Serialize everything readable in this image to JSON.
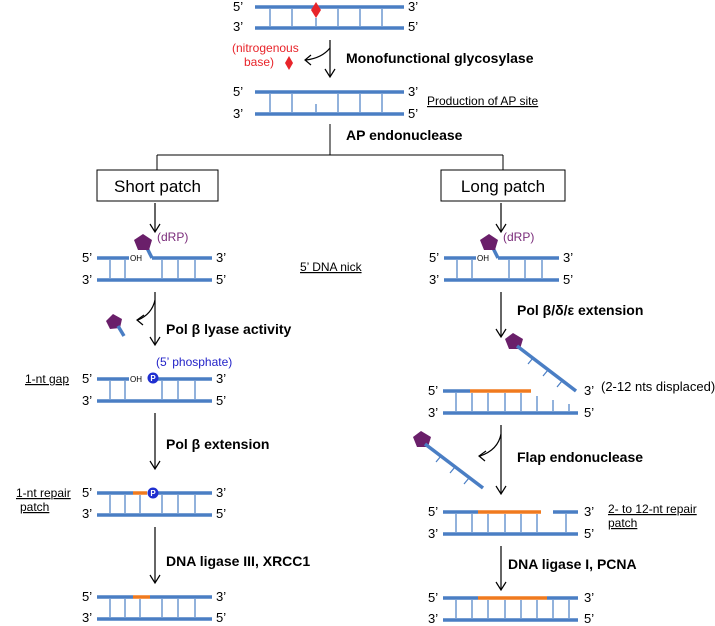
{
  "ends": {
    "five": "5’",
    "three": "3’"
  },
  "chem": {
    "oh": "OH",
    "p": "P"
  },
  "steps": {
    "glycosylase": "Monofunctional  glycosylase",
    "ap_endonuclease": "AP endonuclease",
    "pol_b_lyase": "Pol β lyase activity",
    "pol_b_extension": "Pol β extension",
    "ligase_iii": "DNA ligase III, XRCC1",
    "pol_bde_extension": "Pol β/δ/ε  extension",
    "flap_endonuclease": "Flap endonuclease",
    "ligase_i": "DNA ligase I, PCNA"
  },
  "boxes": {
    "short_patch": "Short patch",
    "long_patch": "Long patch"
  },
  "notes": {
    "nitrogenous_base_1": "(nitrogenous",
    "nitrogenous_base_2": "base)",
    "ap_site": "Production of AP site",
    "dna_nick": "5’ DNA nick",
    "drp": "(dRP)",
    "phosphate": "(5’ phosphate)",
    "gap_1nt": "1-nt gap",
    "repair_patch_1nt_1": "1-nt repair",
    "repair_patch_1nt_2": "patch",
    "displaced": "(2-12 nts displaced)",
    "repair_patch_long_1": "2- to 12-nt repair",
    "repair_patch_long_2": "patch"
  },
  "colors": {
    "dna": "#4a7ec4",
    "patch": "#f07a1e",
    "lesion": "#e8242a",
    "drp": "#6a1f6a",
    "phosphate": "#1f2fd0"
  }
}
